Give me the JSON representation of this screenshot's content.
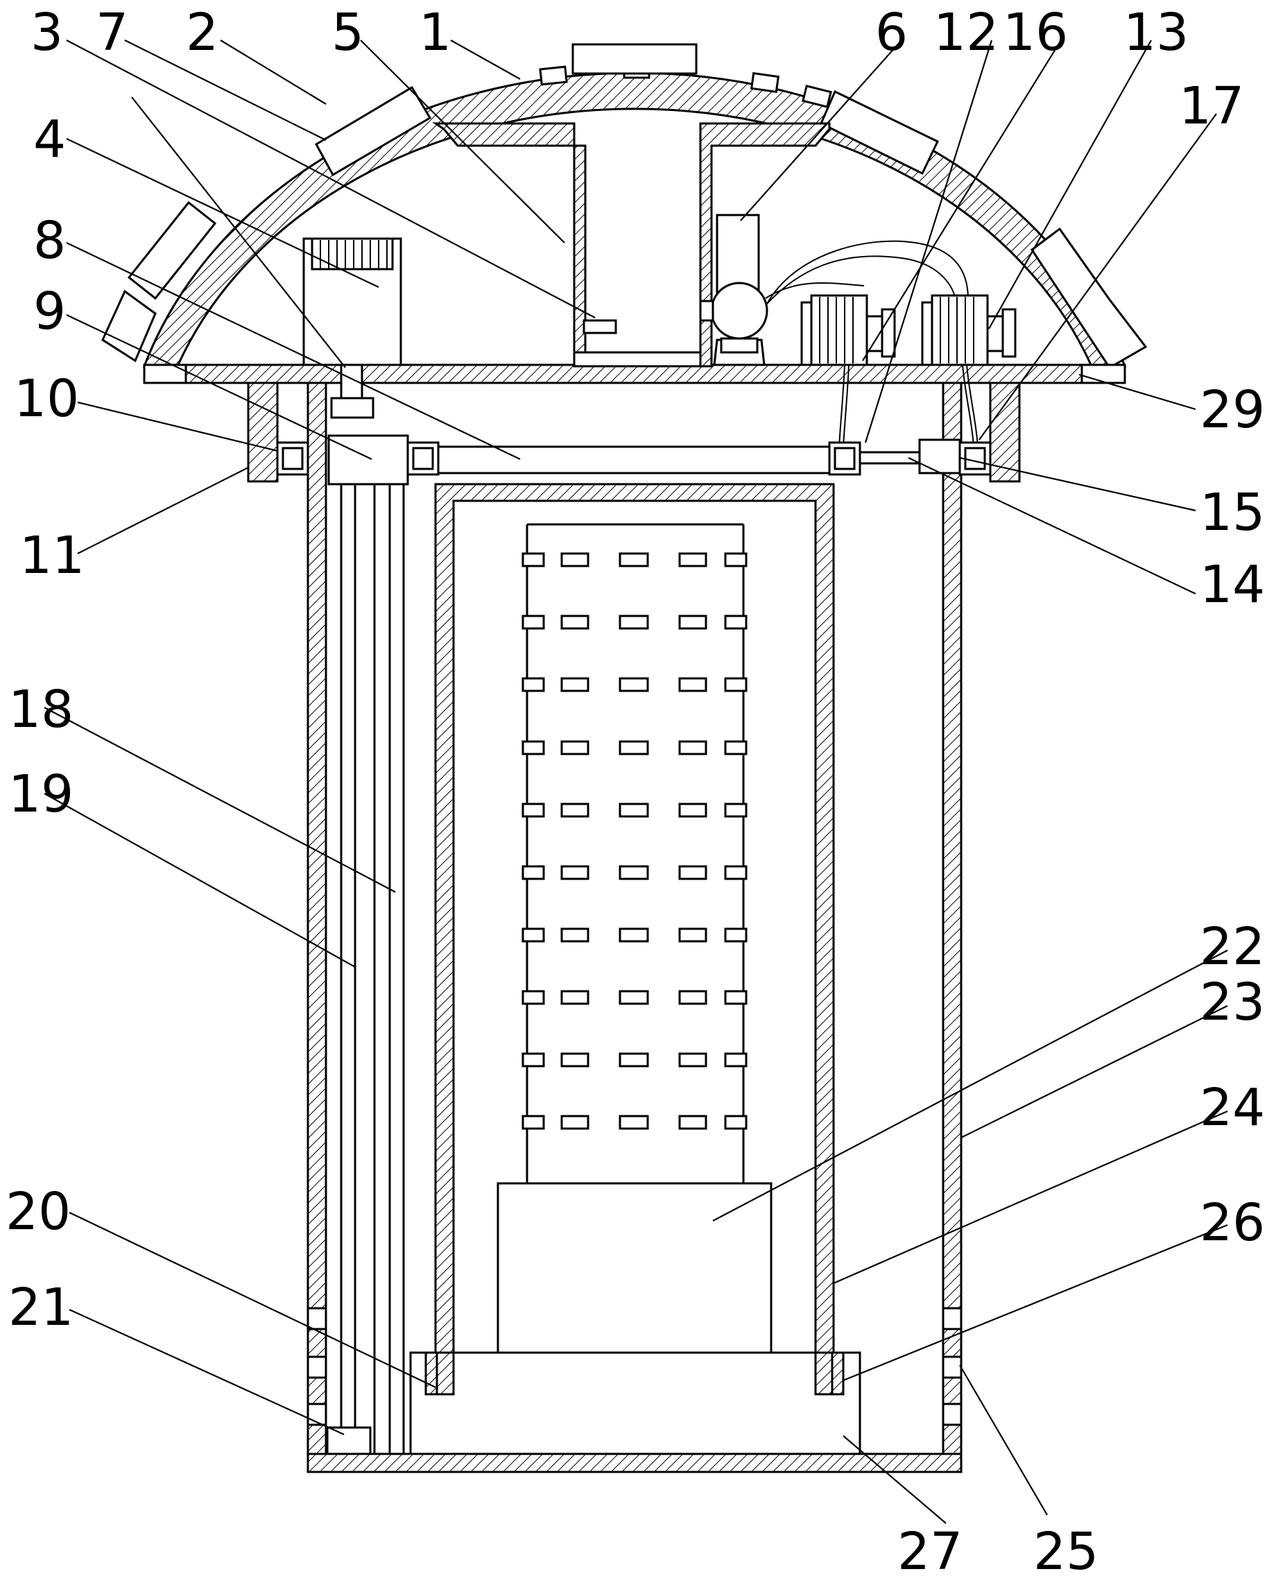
{
  "labels": {
    "l1": "1",
    "l2": "2",
    "l3": "3",
    "l4": "4",
    "l5": "5",
    "l6": "6",
    "l7": "7",
    "l8": "8",
    "l9": "9",
    "l10": "10",
    "l11": "11",
    "l12": "12",
    "l13": "13",
    "l14": "14",
    "l15": "15",
    "l16": "16",
    "l17": "17",
    "l18": "18",
    "l19": "19",
    "l20": "20",
    "l21": "21",
    "l22": "22",
    "l23": "23",
    "l24": "24",
    "l25": "25",
    "l26": "26",
    "l27": "27",
    "l29": "29"
  }
}
